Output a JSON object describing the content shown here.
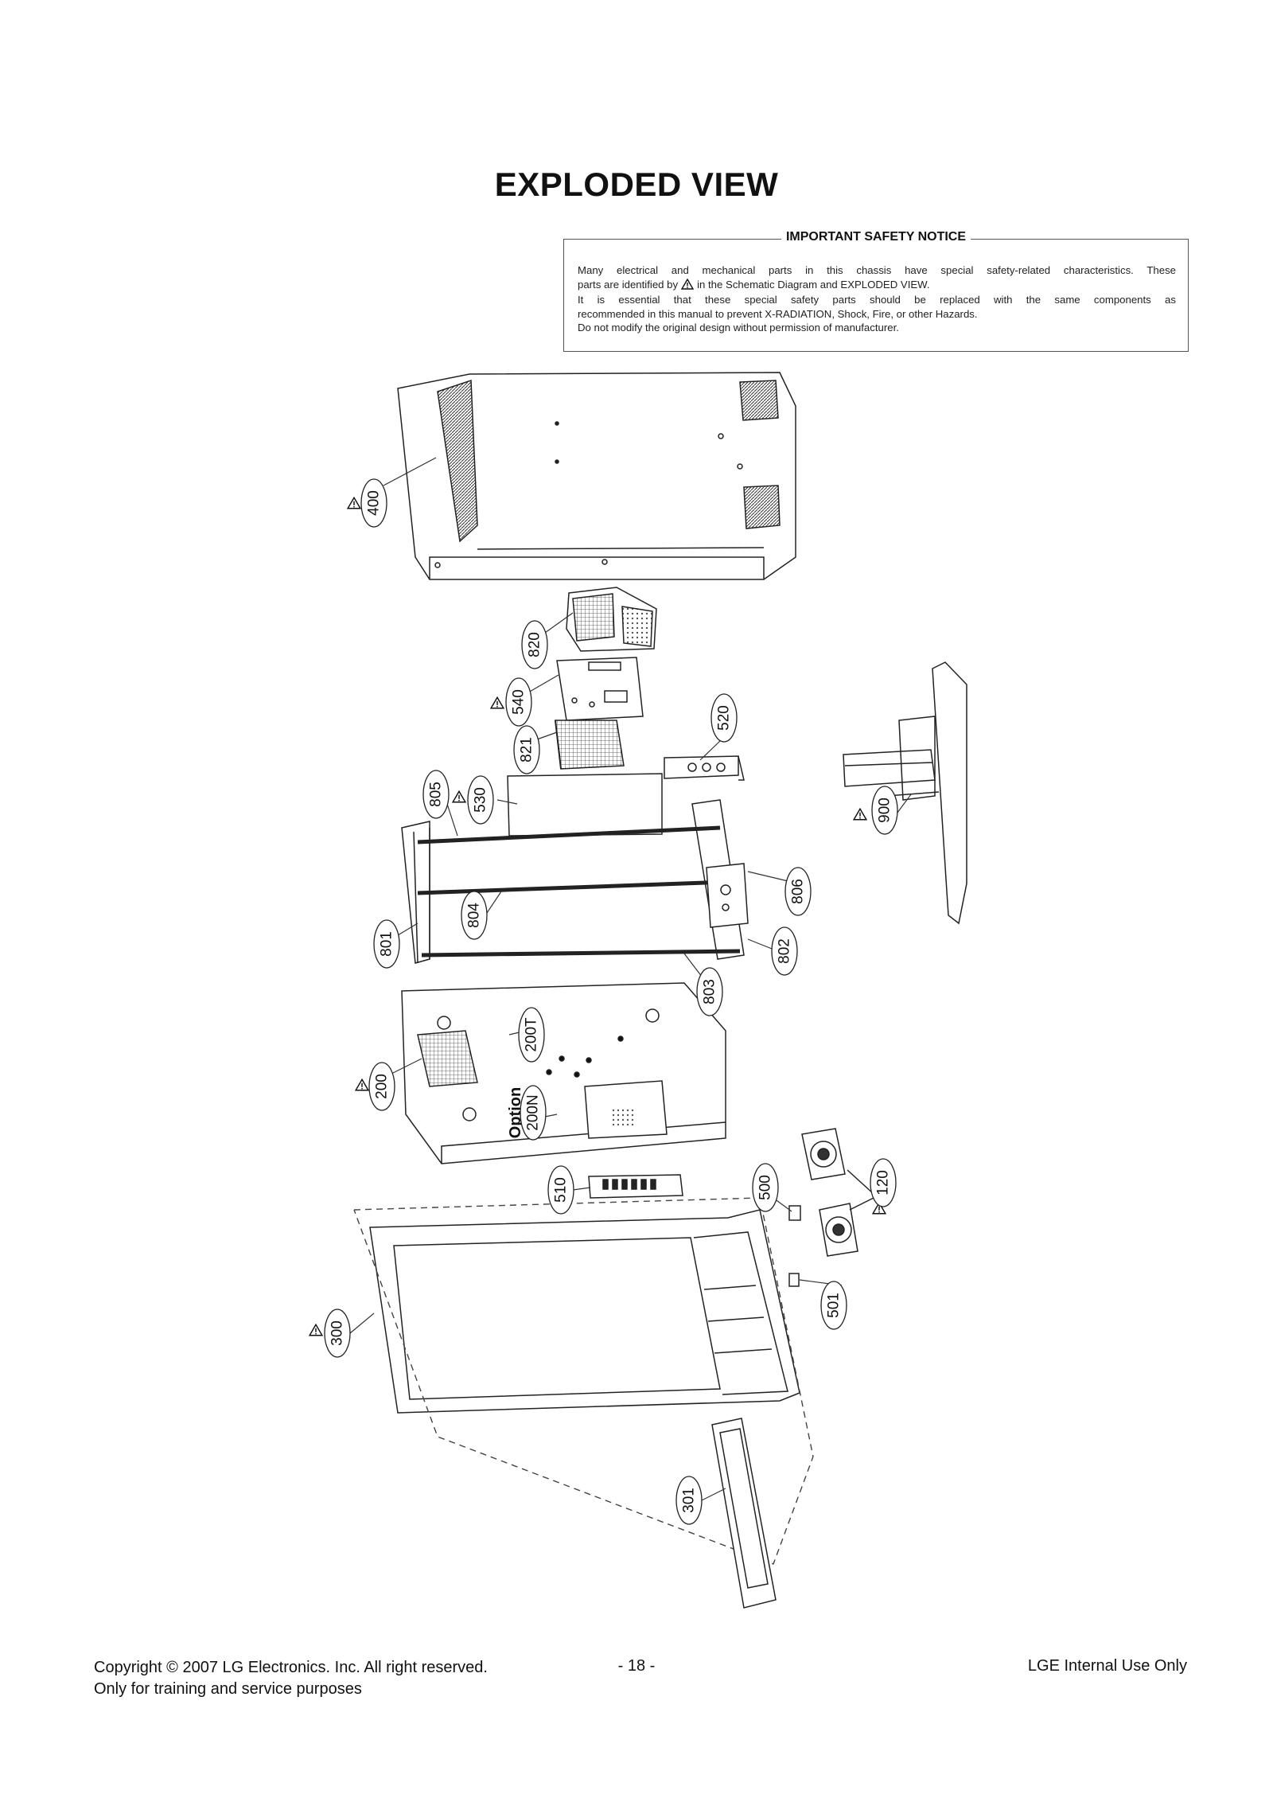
{
  "title": "EXPLODED VIEW",
  "safety_notice": {
    "heading": "IMPORTANT SAFETY NOTICE",
    "line1": "Many electrical and mechanical parts in this chassis have special safety-related characteristics. These",
    "line2_before": "parts are identified by",
    "line2_after": "in the Schematic Diagram and EXPLODED VIEW.",
    "line3": "It is essential that these special safety parts should be replaced with the same components as",
    "line4": "recommended in this manual to prevent X-RADIATION, Shock, Fire, or other Hazards.",
    "line5": "Do not modify the original design without permission of manufacturer."
  },
  "labels": {
    "p400": "400",
    "p820": "820",
    "p540": "540",
    "p821": "821",
    "p520": "520",
    "p805": "805",
    "p530": "530",
    "p900": "900",
    "p806": "806",
    "p804": "804",
    "p801": "801",
    "p802": "802",
    "p803": "803",
    "p200T": "200T",
    "p200": "200",
    "p200N": "200N",
    "option": "Option",
    "p510": "510",
    "p500": "500",
    "p120": "120",
    "p501": "501",
    "p300": "300",
    "p301": "301"
  },
  "footer": {
    "copyright": "Copyright © 2007 LG Electronics. Inc. All right reserved.",
    "purpose": "Only for training and service purposes",
    "page": "- 18 -",
    "internal": "LGE Internal Use Only"
  }
}
